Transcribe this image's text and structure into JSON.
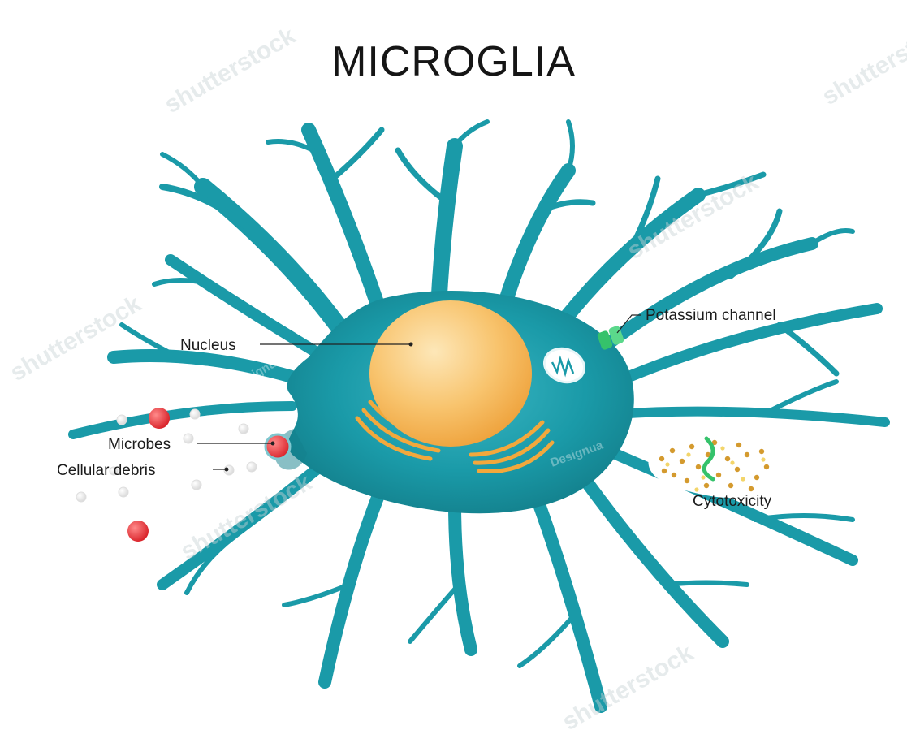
{
  "title": "MICROGLIA",
  "labels": {
    "nucleus": "Nucleus",
    "potassium_channel": "Potassium channel",
    "microbes": "Microbes",
    "cellular_debris": "Cellular debris",
    "cytotoxicity": "Cytotoxicity"
  },
  "watermarks": {
    "stock": "shutterstock",
    "author": "Designua"
  },
  "colors": {
    "cell_body": "#1a9aa8",
    "nucleus": "#f6b95a",
    "golgi": "#f2a83c",
    "microbe": "#e53238",
    "debris": "#e3e3e3",
    "channel": "#35c26b",
    "cytotoxic_granules": "#d49a2e"
  }
}
